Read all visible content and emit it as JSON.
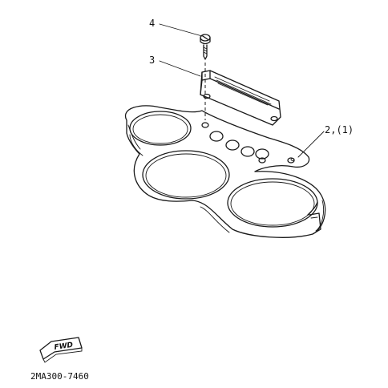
{
  "callouts": {
    "screw": "4",
    "cover": "3",
    "bracket": "2,(1)"
  },
  "fwd_label": "FWD",
  "diagram_code": "2MA300-7460"
}
